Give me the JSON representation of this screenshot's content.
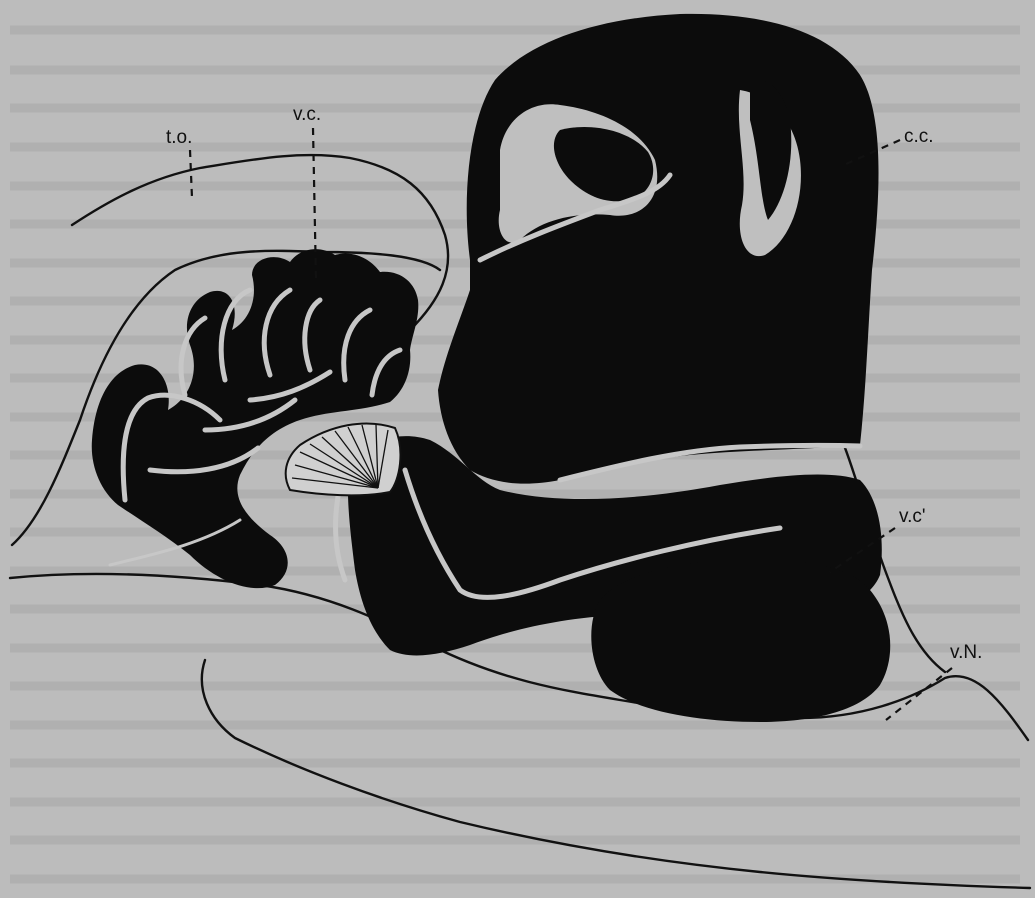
{
  "diagram": {
    "labels": {
      "to": "t.o.",
      "vc": "v.c.",
      "cc": "c.c.",
      "vc_prime": "v.c'",
      "vn": "v.N."
    },
    "colors": {
      "background": "#bfbfbf",
      "ink": "#0c0c0c",
      "gap": "#c7c7c7"
    }
  }
}
